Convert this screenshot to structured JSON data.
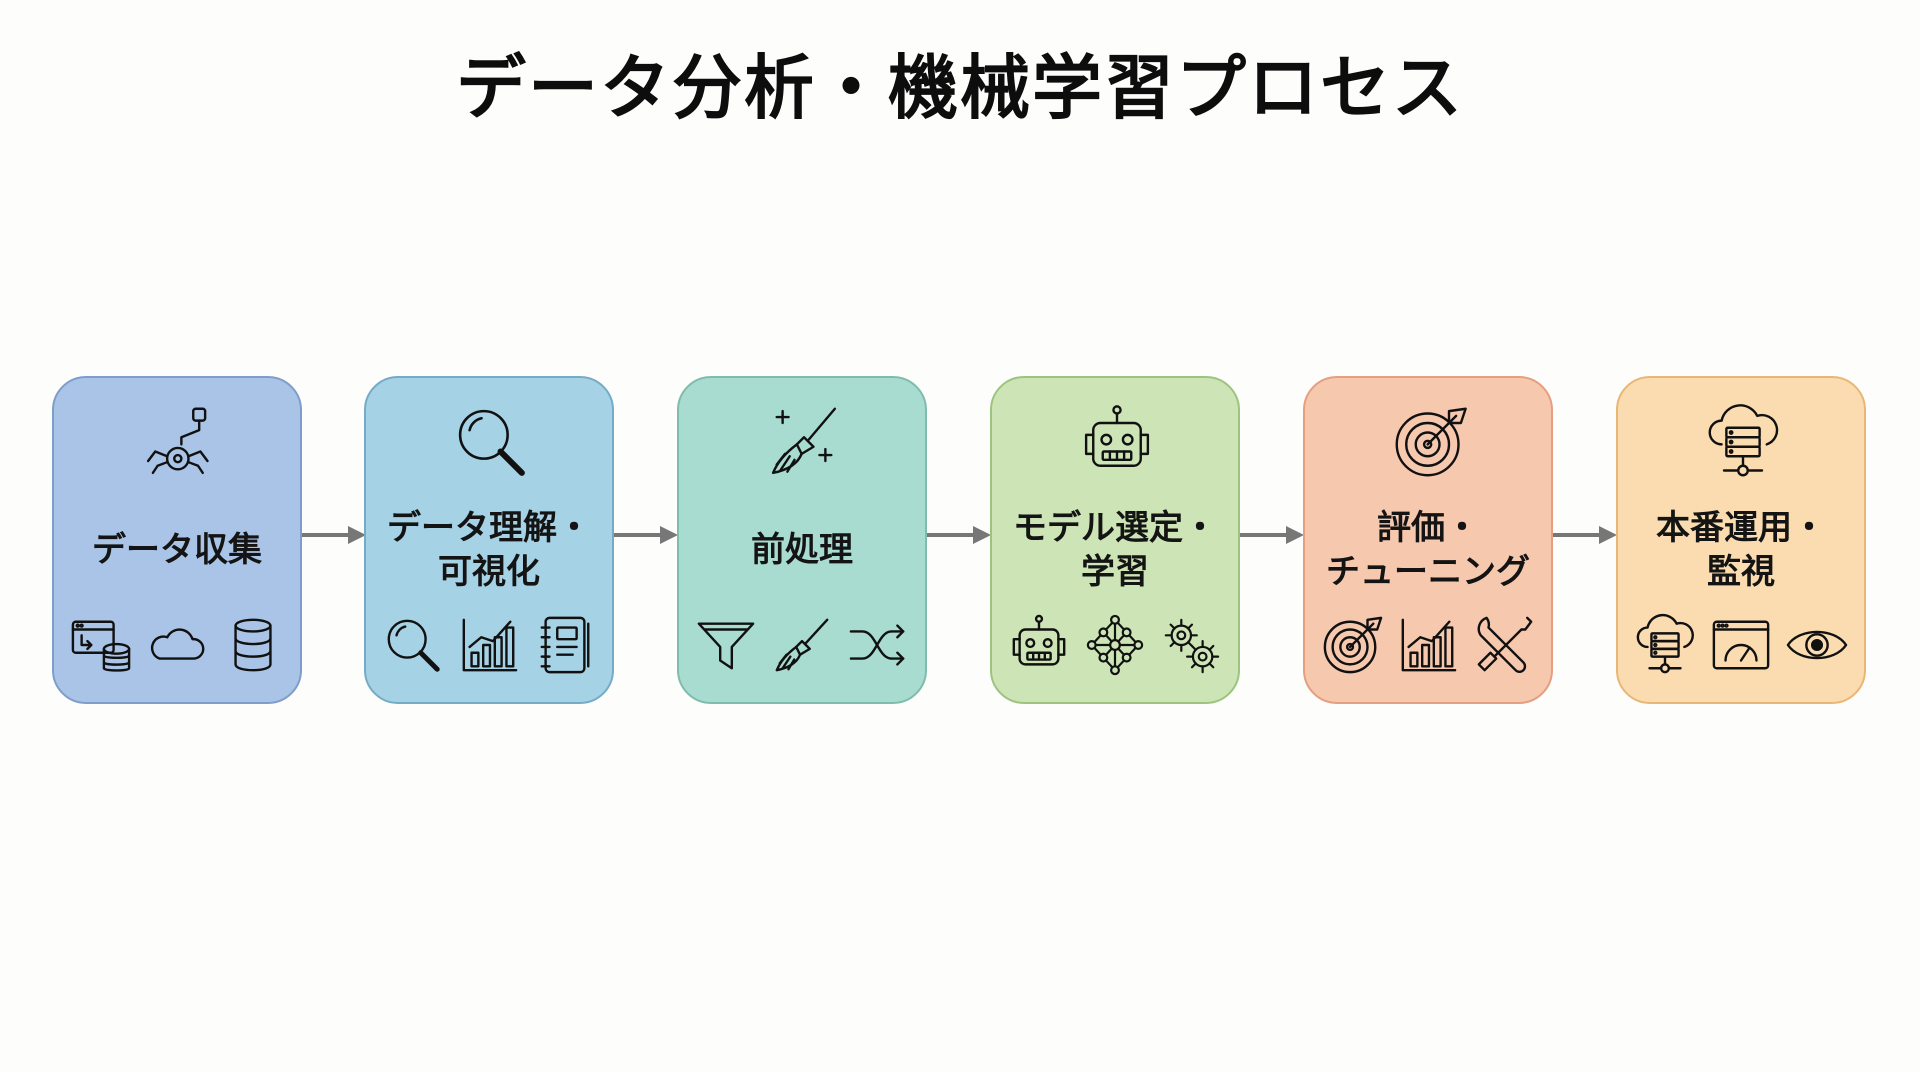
{
  "title": "データ分析・機械学習プロセス",
  "steps": [
    {
      "lines": [
        "データ収集"
      ],
      "fill": "#a9c4e6",
      "border": "#7f9dca",
      "top_icon": "robot-arm-spider-icon",
      "bottom_icons": [
        "data-transfer-database-icon",
        "cloud-icon",
        "database-icon"
      ]
    },
    {
      "lines": [
        "データ理解・",
        "可視化"
      ],
      "fill": "#a6d2e6",
      "border": "#75abc6",
      "top_icon": "magnifier-icon",
      "bottom_icons": [
        "magnifier-icon",
        "bar-chart-icon",
        "notebook-icon"
      ]
    },
    {
      "lines": [
        "前処理"
      ],
      "fill": "#a8dcd0",
      "border": "#7fbcac",
      "top_icon": "broom-sparkle-icon",
      "bottom_icons": [
        "filter-icon",
        "broom-icon",
        "shuffle-icon"
      ]
    },
    {
      "lines": [
        "モデル選定・",
        "学習"
      ],
      "fill": "#cde5b6",
      "border": "#9cc47e",
      "top_icon": "robot-icon",
      "bottom_icons": [
        "robot-icon",
        "neural-network-icon",
        "gears-icon"
      ]
    },
    {
      "lines": [
        "評価・",
        "チューニング"
      ],
      "fill": "#f6c8ae",
      "border": "#e39f80",
      "top_icon": "target-icon",
      "bottom_icons": [
        "target-icon",
        "bar-chart-icon",
        "wrench-screwdriver-icon"
      ]
    },
    {
      "lines": [
        "本番運用・",
        "監視"
      ],
      "fill": "#fadcb0",
      "border": "#e8b775",
      "top_icon": "cloud-server-icon",
      "bottom_icons": [
        "cloud-server-icon",
        "dashboard-gauge-icon",
        "eye-icon"
      ]
    }
  ]
}
